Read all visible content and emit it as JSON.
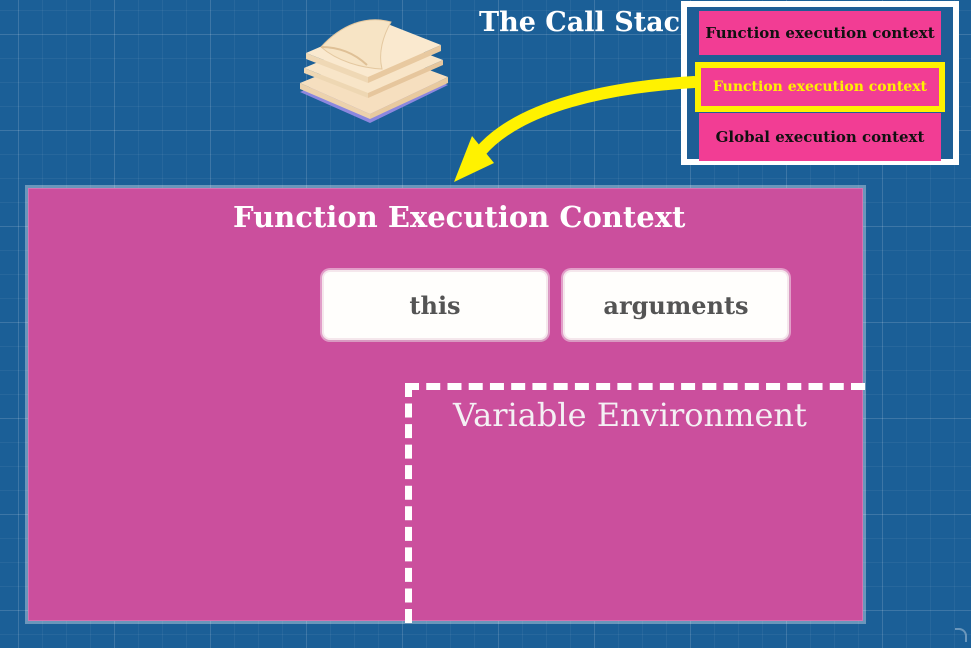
{
  "header": {
    "call_stack_title": "The Call Stack"
  },
  "call_stack": {
    "frames": [
      {
        "label": "Function execution context"
      },
      {
        "label": "Function execution context",
        "state": "active"
      },
      {
        "label": "Global execution context"
      }
    ]
  },
  "context": {
    "title": "Function Execution Context",
    "items": [
      {
        "label": "this"
      },
      {
        "label": "arguments"
      }
    ],
    "variable_environment": {
      "title": "Variable Environment"
    }
  },
  "icons": {
    "stack_icon": "paper-stack-icon",
    "arrow_icon": "yellow-curved-arrow-icon"
  },
  "colors": {
    "background": "#1b5f97",
    "context_fill": "#cb4f9d",
    "stack_frame_fill": "#f23d94",
    "active_frame_outline": "#fff200",
    "stack_panel_border": "#ffffff",
    "arrow": "#fff200"
  }
}
